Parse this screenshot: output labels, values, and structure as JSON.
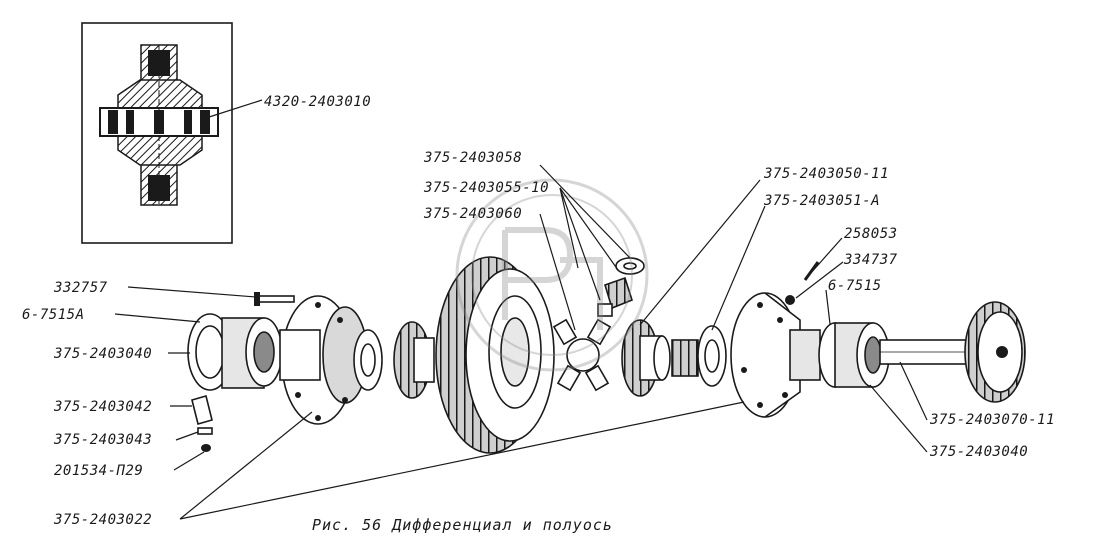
{
  "caption": "Рис. 56  Дифференциал  и  полуось",
  "inset_label": "4320-2403010",
  "labels": {
    "l_332757": "332757",
    "l_6_7515A": "6-7515А",
    "l_375_2403040_left": "375-2403040",
    "l_375_2403042": "375-2403042",
    "l_375_2403043": "375-2403043",
    "l_201534_p29": "201534-П29",
    "l_375_2403022": "375-2403022",
    "l_375_2403058": "375-2403058",
    "l_375_2403055_10": "375-2403055-10",
    "l_375_2403060": "375-2403060",
    "l_375_2403050_11": "375-2403050-11",
    "l_375_2403051_A": "375-2403051-А",
    "l_258053": "258053",
    "l_334737": "334737",
    "l_6_7515": "6-7515",
    "l_375_2403070_11": "375-2403070-11",
    "l_375_2403040_right": "375-2403040"
  },
  "colors": {
    "ink": "#1a1a1a",
    "paper": "#ffffff",
    "shade": "#8a8a8a"
  }
}
